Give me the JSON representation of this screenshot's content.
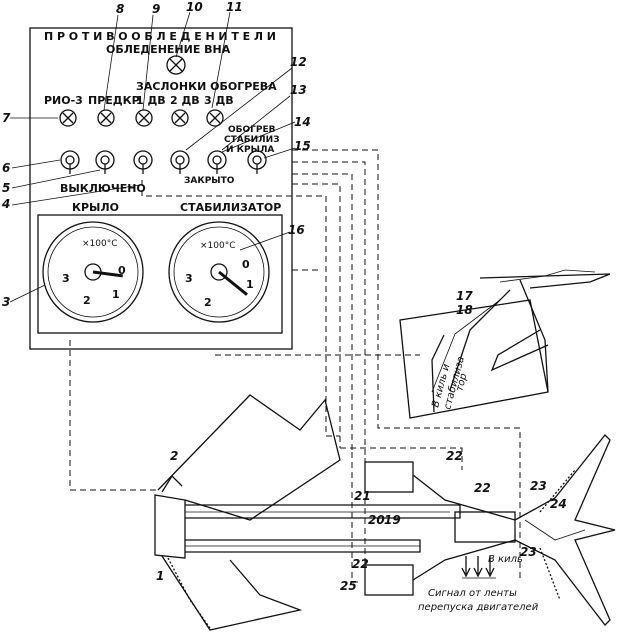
{
  "panel": {
    "title": "ПРОТИВООБЛЕДЕНИТЕЛИ",
    "vna_label": "ОБЛЕДЕНЕНИЕ ВНА",
    "flaps_label": "ЗАСЛОНКИ ОБОГРЕВА",
    "lamps": [
      "РИО-3",
      "ПРЕДКР",
      "1 ДВ",
      "2 ДВ",
      "3 ДВ"
    ],
    "heating_label_1": "ОБОГРЕВ",
    "heating_label_2": "СТАБИЛИЗ",
    "heating_label_3": "И КРЫЛА",
    "off_label": "ВЫКЛЮЧЕНО",
    "closed_label": "ЗАКРЫТО",
    "wing_label": "КРЫЛО",
    "stab_label": "СТАБИЛИЗАТОР"
  },
  "gauges": [
    {
      "name": "wing",
      "unit": "×100°C",
      "ticks": [
        "0",
        "1",
        "2",
        "3"
      ],
      "needle_value": 0.3
    },
    {
      "name": "stabilizer",
      "unit": "×100°C",
      "ticks": [
        "0",
        "1",
        "2",
        "3"
      ],
      "needle_value": 0.6
    }
  ],
  "callouts": [
    "1",
    "2",
    "3",
    "4",
    "5",
    "6",
    "7",
    "8",
    "9",
    "10",
    "11",
    "12",
    "13",
    "14",
    "15",
    "16",
    "17",
    "18",
    "19",
    "20",
    "21",
    "22",
    "23",
    "24",
    "25"
  ],
  "callouts_extra": {
    "c22b": "22",
    "c22c": "22",
    "c23b": "23"
  },
  "captions": {
    "tail_line1": "В киль и",
    "tail_line2": "стабилиза-",
    "tail_line3": "тор",
    "keel": "В киль",
    "signal_line1": "Сигнал от ленты",
    "signal_line2": "перепуска двигателей"
  }
}
